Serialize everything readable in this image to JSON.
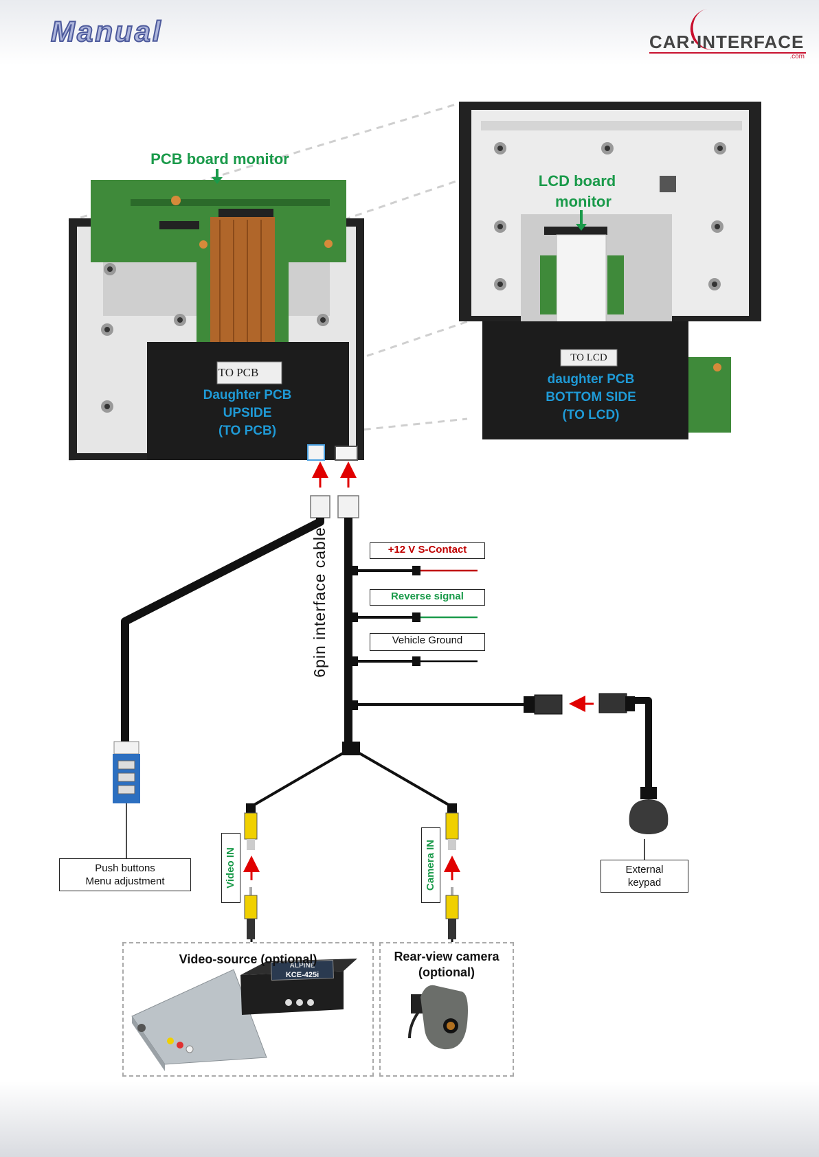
{
  "header": {
    "title": "Manual",
    "logo_text": "CAR·INTERFACE",
    "logo_sub": ".com"
  },
  "photos": {
    "pcb_board_monitor": "PCB board monitor",
    "lcd_board_monitor_line1": "LCD board",
    "lcd_board_monitor_line2": "monitor",
    "daughter_up_line1": "Daughter PCB",
    "daughter_up_line2": "UPSIDE",
    "daughter_up_line3": "(TO PCB)",
    "daughter_bottom_line1": "daughter PCB",
    "daughter_bottom_line2": "BOTTOM SIDE",
    "daughter_bottom_line3": "(TO LCD)",
    "sticker_pcb": "TO PCB",
    "sticker_lcd": "TO LCD"
  },
  "cable": {
    "label": "6pin interface cable",
    "wires": [
      {
        "label": "+12 V S-Contact",
        "color": "#c00000"
      },
      {
        "label": "Reverse signal",
        "color": "#1a9a4a"
      },
      {
        "label": "Vehicle Ground",
        "color": "#000000"
      }
    ]
  },
  "labels": {
    "push_buttons_line1": "Push buttons",
    "push_buttons_line2": "Menu adjustment",
    "external_keypad_line1": "External",
    "external_keypad_line2": "keypad",
    "video_in": "Video IN",
    "camera_in": "Camera IN"
  },
  "optional": {
    "video_source": "Video-source  (optional)",
    "rear_camera_line1": "Rear-view camera",
    "rear_camera_line2": "(optional)",
    "device_brand": "ALPINE",
    "device_model": "KCE-425i"
  },
  "colors": {
    "accent_green": "#1a9a4a",
    "accent_blue": "#1f9ad6",
    "accent_red": "#c00000",
    "arrow_red": "#e00000"
  }
}
